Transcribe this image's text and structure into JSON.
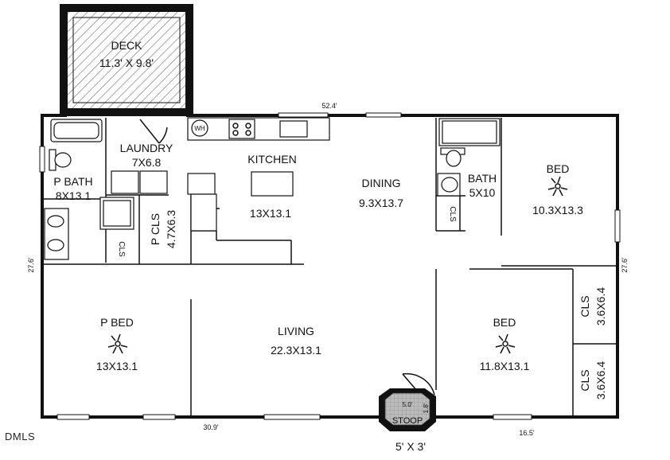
{
  "deck": {
    "name": "DECK",
    "size": "11.3' X 9.8'"
  },
  "rooms": {
    "laundry": {
      "name": "LAUNDRY",
      "size": "7X6.8"
    },
    "kitchen": {
      "name": "KITCHEN",
      "size": "13X13.1"
    },
    "dining": {
      "name": "DINING",
      "size": "9.3X13.7"
    },
    "bath": {
      "name": "BATH",
      "size": "5X10"
    },
    "bed_ne": {
      "name": "BED",
      "size": "10.3X13.3"
    },
    "p_bath": {
      "name": "P BATH",
      "size": "8X13.1"
    },
    "p_cls": {
      "name": "P CLS",
      "size": "4.7X6.3"
    },
    "p_bed": {
      "name": "P BED",
      "size": "13X13.1"
    },
    "living": {
      "name": "LIVING",
      "size": "22.3X13.1"
    },
    "bed_se": {
      "name": "BED",
      "size": "11.8X13.1"
    },
    "cls_top": {
      "name": "CLS",
      "size": "3.6X6.4"
    },
    "cls_bot": {
      "name": "CLS",
      "size": "3.6X6.4"
    }
  },
  "small_labels": {
    "wh": "WH",
    "cls_bath": "CLS",
    "cls_pbath": "CLS"
  },
  "stoop": {
    "name": "STOOP",
    "size": "5' X 3'",
    "w": "5.0'",
    "d": "1.8'"
  },
  "dimensions": {
    "top": "52.4'",
    "left": "27.6'",
    "right": "27.6'",
    "bottom_left": "30.9'",
    "bottom_right": "16.5'"
  },
  "watermark": "DMLS"
}
